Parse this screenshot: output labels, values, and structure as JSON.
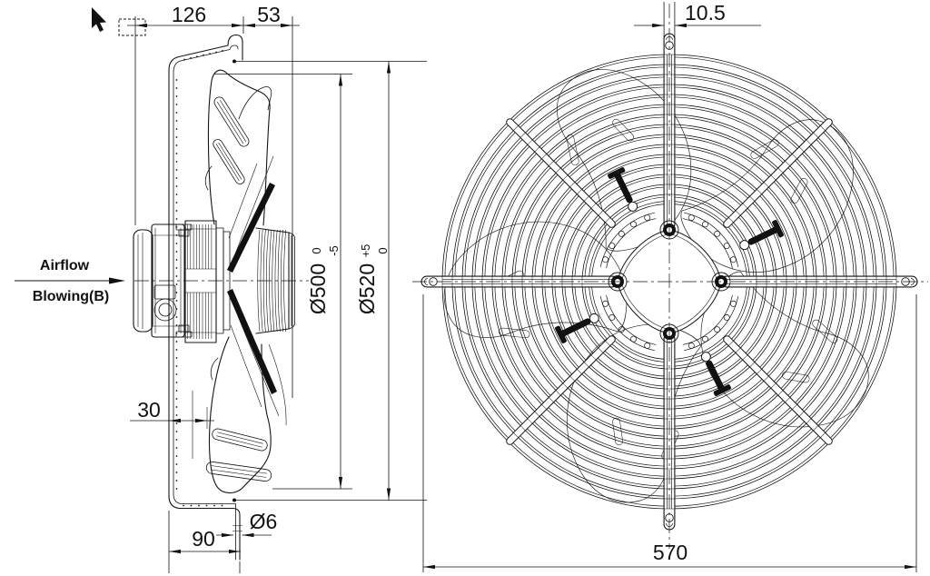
{
  "labels": {
    "airflow": "Airflow",
    "blowing": "Blowing(B)"
  },
  "dims": {
    "d126": "126",
    "d53": "53",
    "d30": "30",
    "d90": "90",
    "d6": "Ø6",
    "d500": "Ø500",
    "d500_upper": "0",
    "d500_lower": "-5",
    "d520": "Ø520",
    "d520_upper": "+5",
    "d520_lower": "0",
    "d10_5": "10.5",
    "d570": "570"
  },
  "cursor": "pointer-with-marquee-icon",
  "line_color": "#141414"
}
